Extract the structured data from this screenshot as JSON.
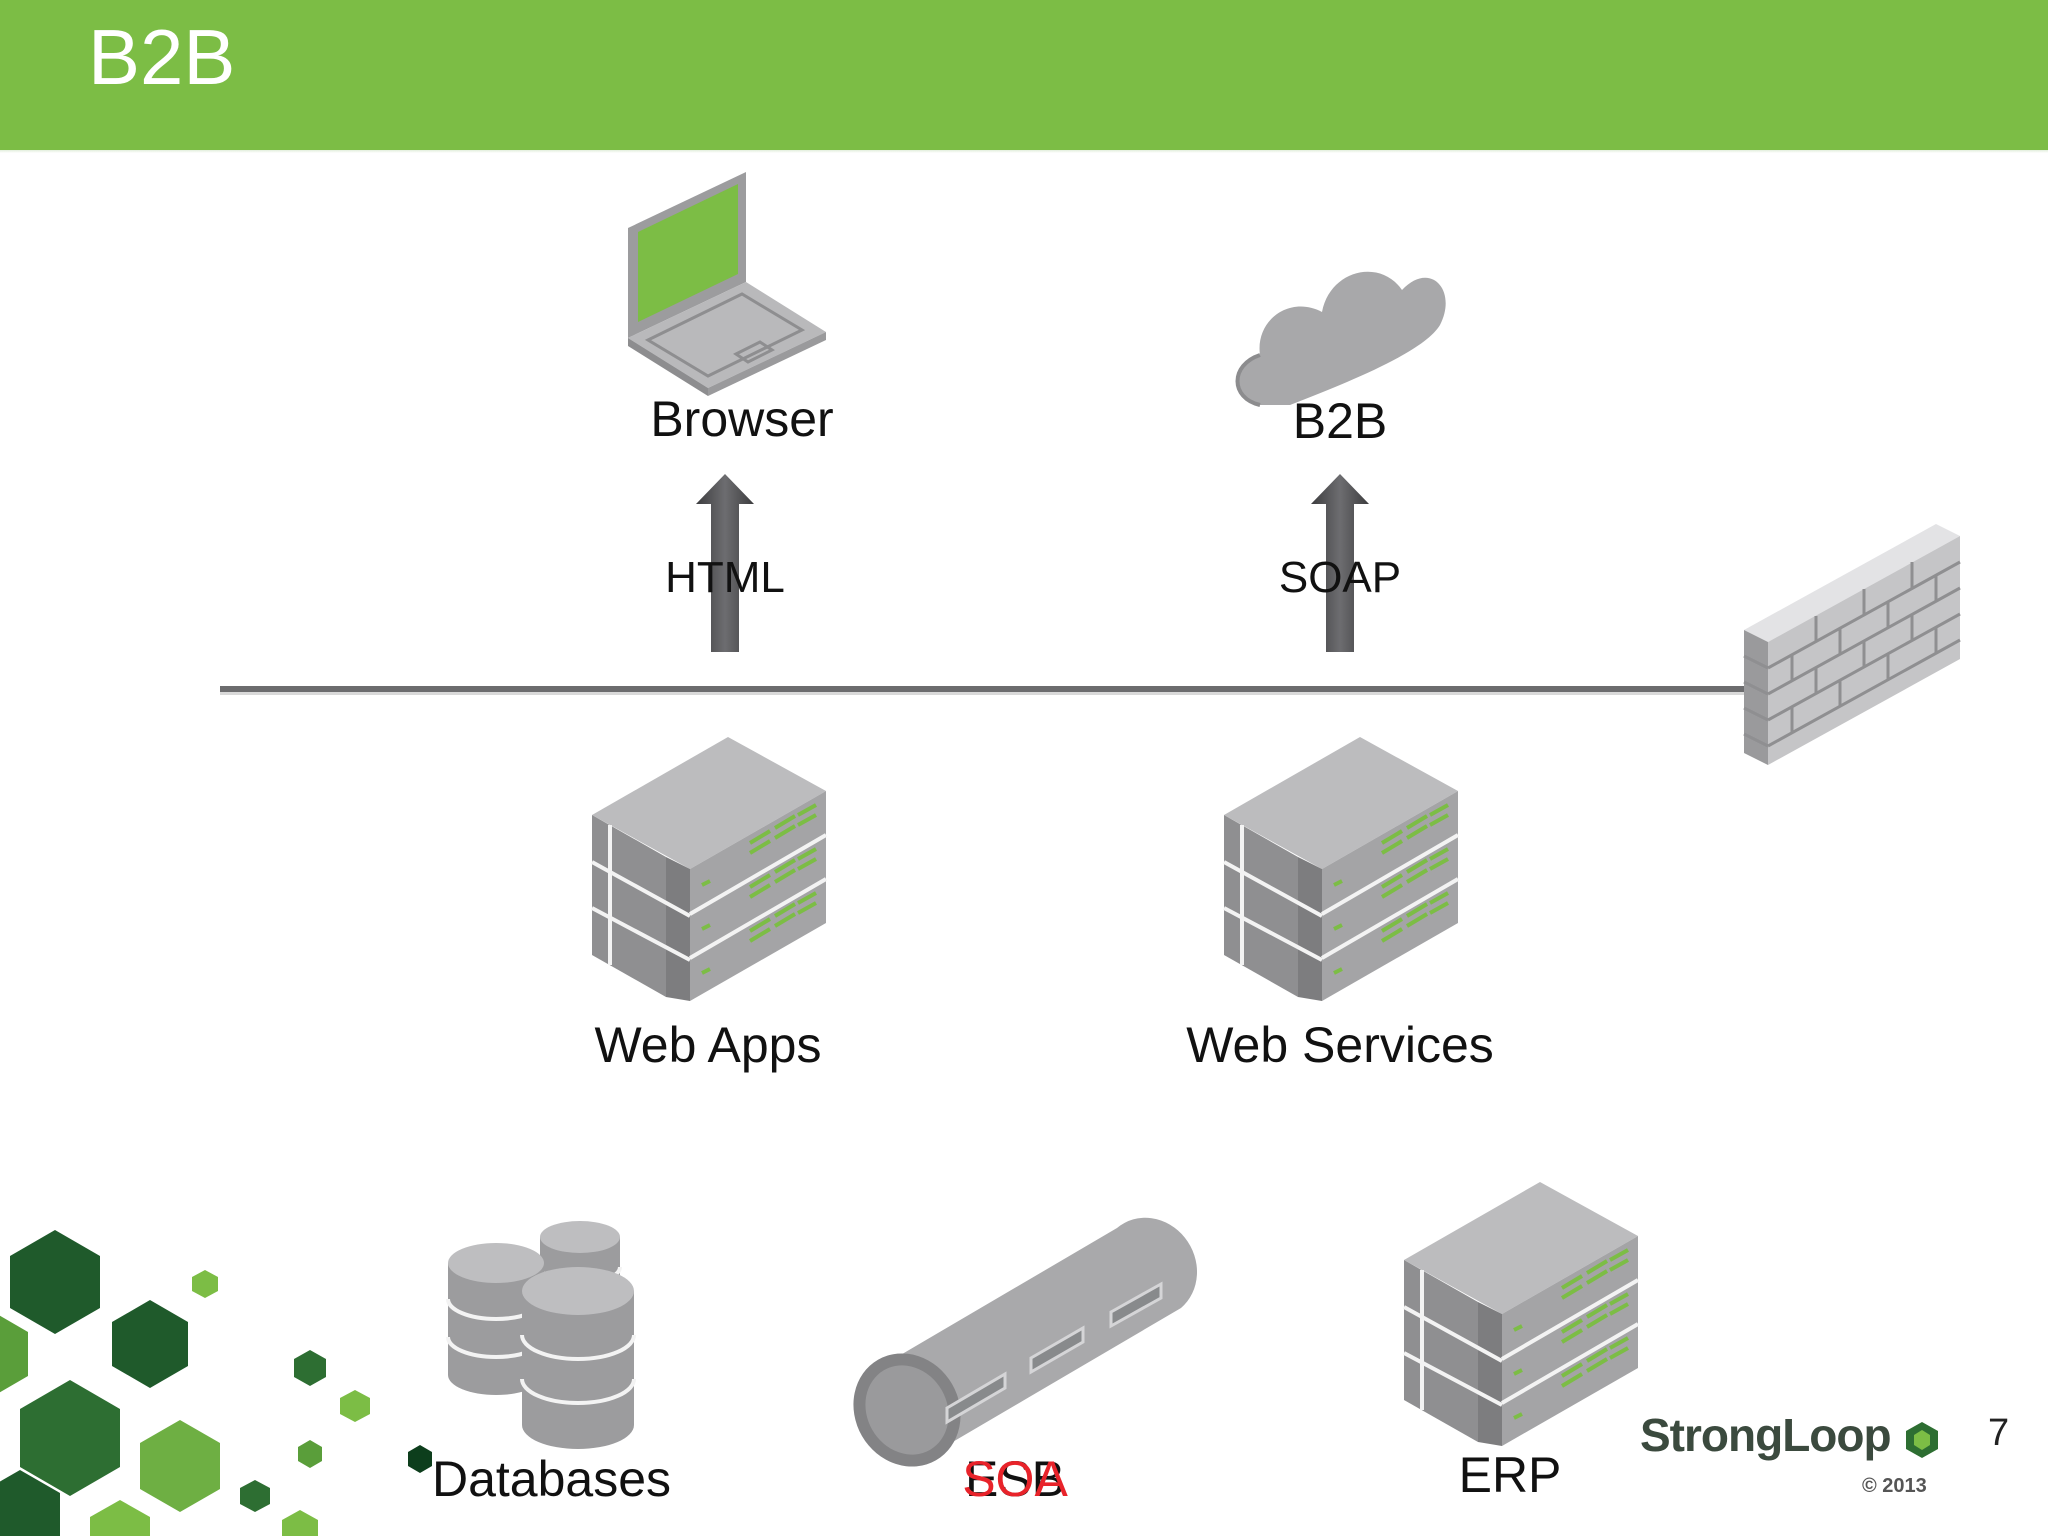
{
  "slide": {
    "title": "B2B",
    "page_number": "7"
  },
  "nodes": {
    "browser": "Browser",
    "b2b": "B2B",
    "web_apps": "Web Apps",
    "web_services": "Web Services",
    "databases": "Databases",
    "esb": "ESB",
    "soa": "SOA",
    "erp": "ERP"
  },
  "connectors": {
    "html": "HTML",
    "soap": "SOAP"
  },
  "branding": {
    "logo_text": "StrongLoop",
    "copyright": "© 2013"
  },
  "colors": {
    "header_green": "#7cbd45",
    "soa_red": "#e8232a",
    "icon_gray": "#a8a8aa"
  }
}
